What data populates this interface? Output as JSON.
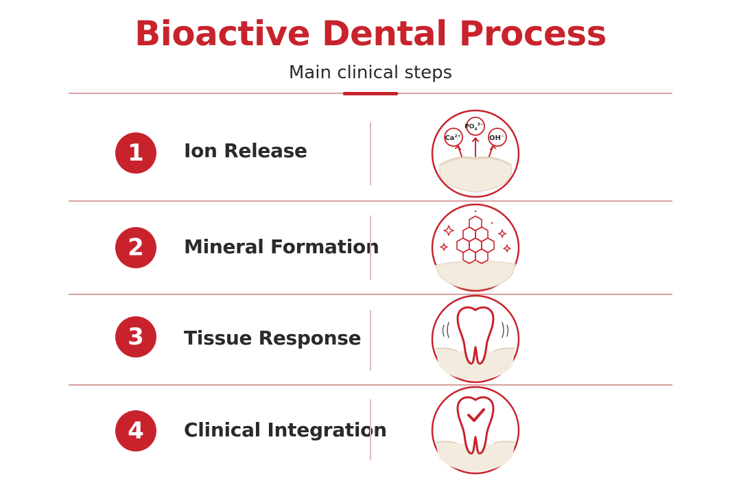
{
  "header": {
    "title": "Bioactive Dental Process",
    "subtitle": "Main clinical steps"
  },
  "colors": {
    "accent": "#c8232c",
    "divider": "#d8a0a0",
    "text": "#2a2a2a",
    "fill_cream": "#f4ebdf"
  },
  "steps": [
    {
      "number": "1",
      "label": "Ion Release",
      "icon": "ion-release-icon",
      "ions": [
        "Ca",
        "2+",
        "PO",
        "4",
        "3−",
        "OH",
        "−"
      ]
    },
    {
      "number": "2",
      "label": "Mineral Formation",
      "icon": "mineral-lattice-icon"
    },
    {
      "number": "3",
      "label": "Tissue Response",
      "icon": "tooth-in-gum-icon"
    },
    {
      "number": "4",
      "label": "Clinical Integration",
      "icon": "tooth-checkmark-icon"
    }
  ]
}
